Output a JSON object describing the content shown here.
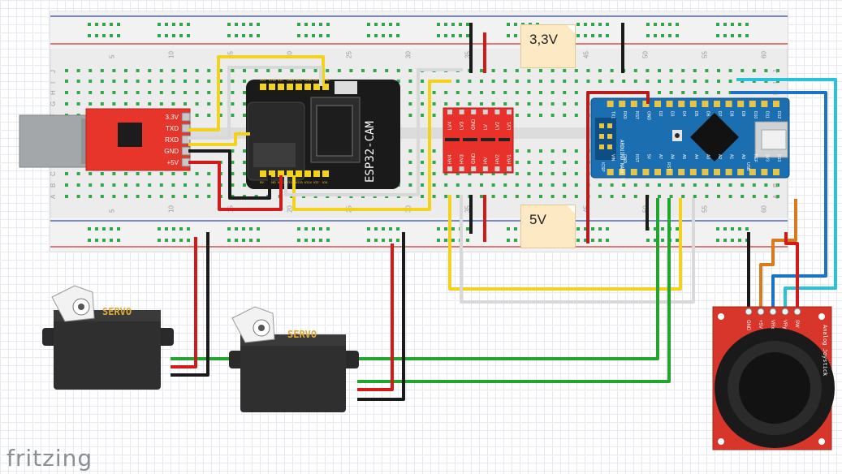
{
  "app": {
    "brand": "fritzing"
  },
  "colors": {
    "breadboard": "#e9e9e9",
    "rail_red": "#d0312d",
    "rail_blue": "#2f48a8",
    "hole_green": "#2fa84a",
    "wire_yellow": "#f3d21b",
    "wire_red": "#d11a1a",
    "wire_black": "#1a1a1a",
    "wire_white": "#e0e0e0",
    "wire_green": "#22a52f",
    "wire_blue": "#1b73c9",
    "wire_cyan": "#28c3d8",
    "wire_orange": "#d87b1d",
    "usb_board": "#e8352b",
    "nano_board": "#1b6fb0",
    "esp_board": "#1a1a1a",
    "level_shifter": "#e8312a",
    "joystick_board": "#d8362a"
  },
  "breadboard": {
    "column_numbers": [
      "5",
      "10",
      "15",
      "20",
      "25",
      "30",
      "35",
      "40",
      "45",
      "50",
      "55",
      "60"
    ],
    "row_letters_top": [
      "J",
      "I",
      "H",
      "G",
      "F"
    ],
    "row_letters_bottom": [
      "E",
      "D",
      "C",
      "B",
      "A"
    ]
  },
  "notes": {
    "v33": "3,3V",
    "v5": "5V"
  },
  "usb_ttl": {
    "pins": [
      "3.3V",
      "TXD",
      "RXD",
      "GND",
      "+5V"
    ]
  },
  "esp32cam": {
    "label": "ESP32-CAM",
    "top_pins": [
      "3V3",
      "IO16",
      "IO0",
      "GND",
      "VCC",
      "UOR",
      "UOT",
      "GND"
    ],
    "bottom_pins": [
      "5V",
      "GND",
      "IO12",
      "IO13",
      "IO15",
      "IO14",
      "IO2",
      "IO4"
    ]
  },
  "level_shifter": {
    "top_pins": [
      "LV4",
      "LV3",
      "GND",
      "LV",
      "LV2",
      "LV1"
    ],
    "bottom_pins": [
      "HV4",
      "HV3",
      "GND",
      "HV",
      "HV2",
      "HV1"
    ]
  },
  "nano": {
    "name": "ARDUINO NANO V3.0",
    "top_pins": [
      "D12",
      "D11",
      "D10",
      "D9",
      "D8",
      "D7",
      "D6",
      "D5",
      "D4",
      "D3",
      "D2",
      "GND",
      "RST",
      "RX0",
      "TX1"
    ],
    "bottom_pins": [
      "D13",
      "3V3",
      "REF",
      "A0",
      "A1",
      "A2",
      "A3",
      "A4",
      "A5",
      "A6",
      "A7",
      "5V",
      "RST",
      "GND",
      "VIN"
    ],
    "side_labels": [
      "ICSP",
      "RST",
      "USB"
    ]
  },
  "joystick": {
    "pins": [
      "GND",
      "+5V",
      "VRx",
      "VRy",
      "SW"
    ],
    "title": "Analog Joystick"
  },
  "servos": [
    {
      "label": "SERVO"
    },
    {
      "label": "SERVO"
    }
  ]
}
